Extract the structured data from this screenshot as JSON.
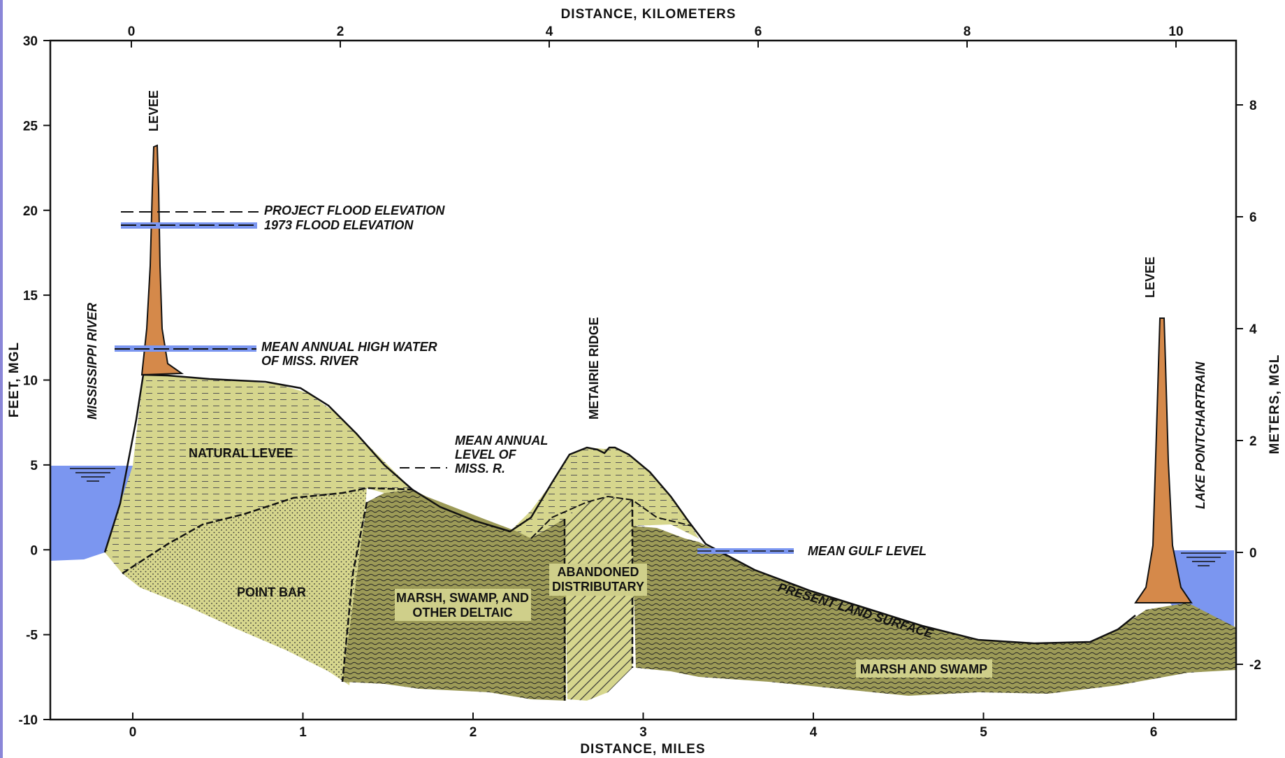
{
  "axes": {
    "top_title": "DISTANCE, KILOMETERS",
    "bottom_title": "DISTANCE, MILES",
    "left_title": "FEET, MGL",
    "right_title": "METERS, MGL",
    "left_ticks": [
      "30",
      "25",
      "20",
      "15",
      "10",
      "5",
      "0",
      "-5",
      "-10"
    ],
    "bottom_ticks": [
      "0",
      "1",
      "2",
      "3",
      "4",
      "5",
      "6"
    ],
    "top_ticks": [
      "0",
      "2",
      "4",
      "6",
      "8",
      "10"
    ],
    "right_ticks": [
      "8",
      "6",
      "4",
      "2",
      "0",
      "-2"
    ]
  },
  "labels": {
    "levee_left": "LEVEE",
    "levee_right": "LEVEE",
    "project_flood": "PROJECT FLOOD ELEVATION",
    "flood_1973": "1973 FLOOD ELEVATION",
    "mahw_line1": "MEAN ANNUAL HIGH WATER",
    "mahw_line2": "OF MISS. RIVER",
    "mississippi": "MISSISSIPPI   RIVER",
    "natural_levee": "NATURAL LEVEE",
    "mean_level_1": "MEAN ANNUAL",
    "mean_level_2": "LEVEL OF",
    "mean_level_3": "MISS. R.",
    "metairie": "METAIRIE RIDGE",
    "point_bar": "POINT BAR",
    "marsh_deltaic_1": "MARSH, SWAMP, AND",
    "marsh_deltaic_2": "OTHER DELTAIC",
    "abandoned_1": "ABANDONED",
    "abandoned_2": "DISTRIBUTARY",
    "mean_gulf": "MEAN GULF LEVEL",
    "present_land": "PRESENT LAND SURFACE",
    "marsh_swamp": "MARSH AND SWAMP",
    "pontchartrain": "LAKE PONTCHARTRAIN"
  },
  "colors": {
    "water": "#7b96f0",
    "natural_levee": "#d6d68d",
    "marsh": "#9c9a57",
    "levee": "#d5894a",
    "label_box": "#cfcf8a"
  }
}
